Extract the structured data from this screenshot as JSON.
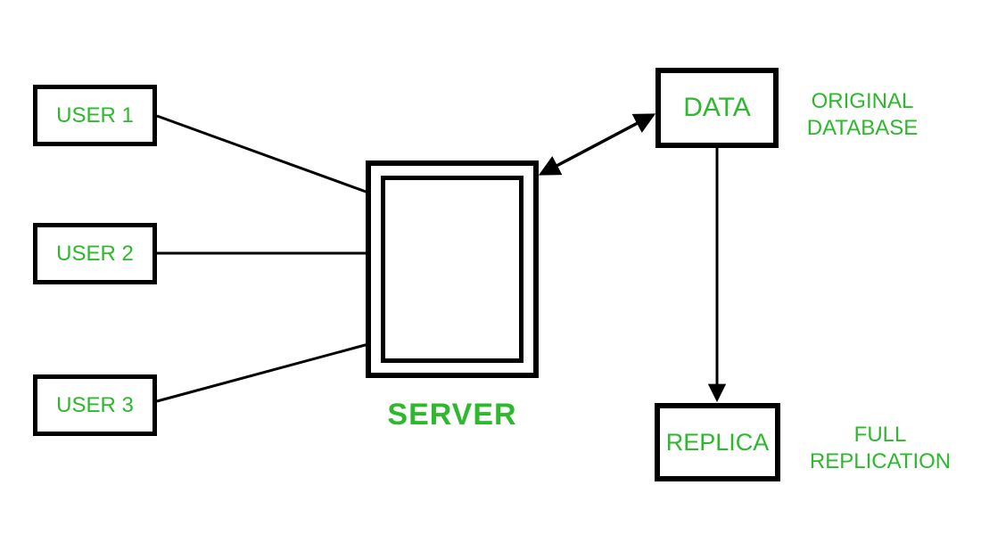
{
  "colors": {
    "text_green": "#2eb82e",
    "line_black": "#000000",
    "background": "#ffffff"
  },
  "nodes": {
    "user1": {
      "label": "USER 1"
    },
    "user2": {
      "label": "USER 2"
    },
    "user3": {
      "label": "USER 3"
    },
    "server": {
      "label": "SERVER"
    },
    "data": {
      "label": "DATA"
    },
    "replica": {
      "label": "REPLICA"
    }
  },
  "annotations": {
    "original_database": {
      "line1": "ORIGINAL",
      "line2": "DATABASE"
    },
    "full_replication": {
      "line1": "FULL",
      "line2": "REPLICATION"
    }
  },
  "connections": [
    {
      "from": "user1",
      "to": "server",
      "type": "line"
    },
    {
      "from": "user2",
      "to": "server",
      "type": "line"
    },
    {
      "from": "user3",
      "to": "server",
      "type": "line"
    },
    {
      "from": "server",
      "to": "data",
      "type": "double-arrow"
    },
    {
      "from": "data",
      "to": "replica",
      "type": "arrow"
    }
  ]
}
